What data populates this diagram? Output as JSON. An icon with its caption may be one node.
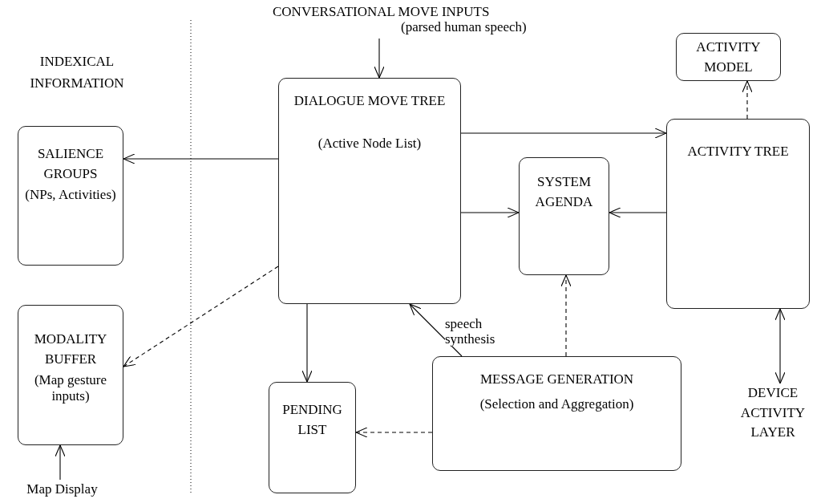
{
  "diagram": {
    "nodes": [
      {
        "text": [
          "CONVERSATIONAL MOVE INPUTS",
          "(parsed human speech)"
        ]
      },
      {
        "text": [
          "DIALOGUE MOVE TREE",
          "(Active Node List)"
        ]
      },
      {
        "text": [
          "SALIENCE GROUPS",
          "(NPs, Activities)"
        ]
      },
      {
        "text": [
          "MODALITY BUFFER",
          "(Map gesture inputs)"
        ]
      },
      {
        "text": [
          "Map Display"
        ]
      },
      {
        "text": [
          "SYSTEM AGENDA"
        ]
      },
      {
        "text": [
          "ACTIVITY MODEL"
        ]
      },
      {
        "text": [
          "ACTIVITY TREE"
        ]
      },
      {
        "text": [
          "PENDING LIST"
        ]
      },
      {
        "text": [
          "MESSAGE GENERATION",
          "(Selection and Aggregation)"
        ]
      },
      {
        "text": [
          "DEVICE ACTIVITY LAYER"
        ]
      }
    ],
    "edges": [
      {
        "from": 0,
        "to": 1,
        "arrow": "to"
      },
      {
        "from": 1,
        "to": 2,
        "arrow": "to"
      },
      {
        "from": 1,
        "to": 7,
        "arrow": "to"
      },
      {
        "from": 1,
        "to": 5,
        "arrow": "to"
      },
      {
        "from": 7,
        "to": 5,
        "arrow": "to"
      },
      {
        "from": 7,
        "to": 6,
        "arrow": "to",
        "style": "dashed"
      },
      {
        "from": 1,
        "to": 3,
        "arrow": "to",
        "style": "dashed"
      },
      {
        "from": 1,
        "to": 8,
        "arrow": "to"
      },
      {
        "from": 9,
        "to": 1,
        "arrow": "to",
        "label": "speech synthesis"
      },
      {
        "from": 9,
        "to": 5,
        "arrow": "to",
        "style": "dashed"
      },
      {
        "from": 9,
        "to": 8,
        "arrow": "to",
        "style": "dashed"
      },
      {
        "from": 4,
        "to": 3,
        "arrow": "to"
      },
      {
        "from": 7,
        "to": 10,
        "arrow": "both"
      }
    ],
    "labels": [
      "INDEXICAL INFORMATION"
    ]
  }
}
